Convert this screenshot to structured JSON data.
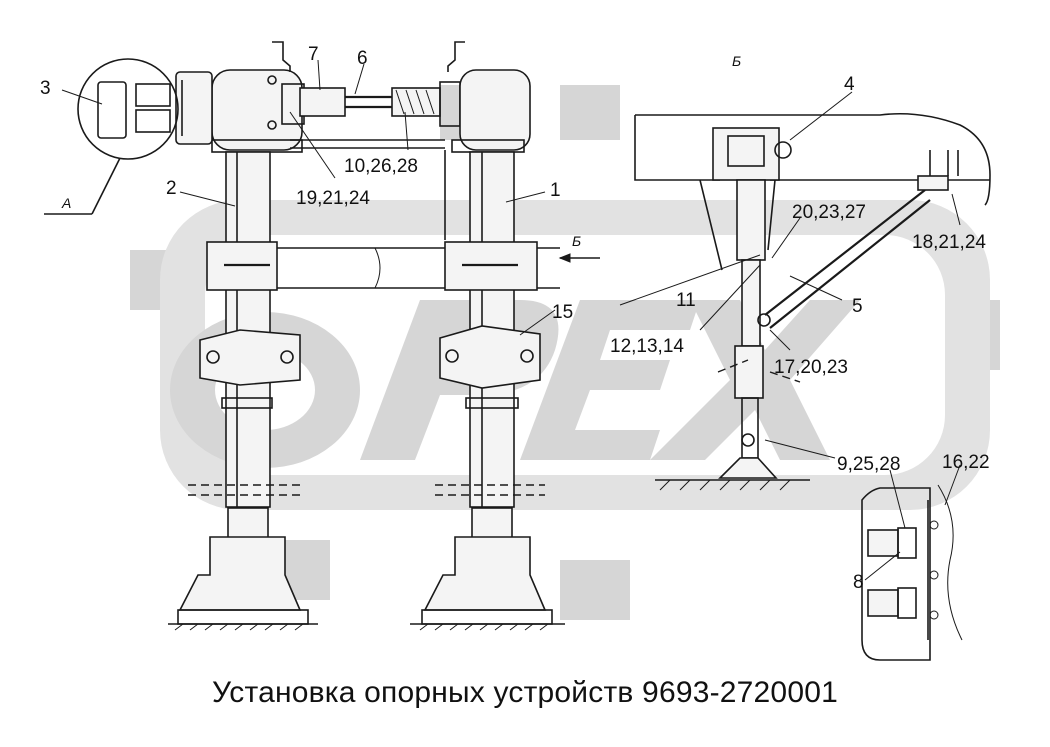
{
  "caption": "Установка опорных устройств 9693-2720001",
  "watermark": "OPEX",
  "view_letters": {
    "view_a": "А",
    "view_b_top": "Б",
    "view_b_arrow": "Б"
  },
  "callouts": {
    "c1": "1",
    "c2": "2",
    "c3": "3",
    "c4": "4",
    "c5": "5",
    "c6": "6",
    "c7": "7",
    "c8": "8",
    "c9_25_28": "9,25,28",
    "c10_26_28": "10,26,28",
    "c11": "11",
    "c12_13_14": "12,13,14",
    "c15": "15",
    "c16_22": "16,22",
    "c17_20_23": "17,20,23",
    "c18_21_24": "18,21,24",
    "c19_21_24": "19,21,24",
    "c20_23_27": "20,23,27"
  },
  "colors": {
    "line": "#1a1a1a",
    "watermark": "#d6d6d6",
    "background": "#ffffff"
  }
}
